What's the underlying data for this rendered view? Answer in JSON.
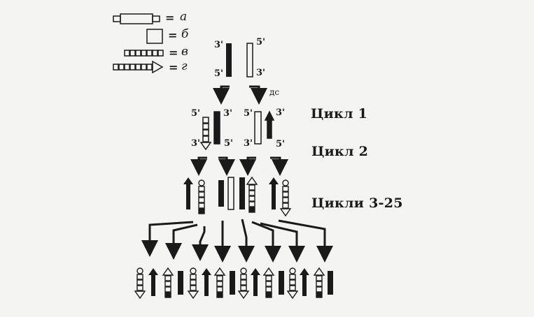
{
  "legend": {
    "items": [
      {
        "letter": "а",
        "icon": "primer-strand-icon"
      },
      {
        "letter": "б",
        "icon": "template-box-icon"
      },
      {
        "letter": "в",
        "icon": "synthesized-strand-icon"
      },
      {
        "letter": "г",
        "icon": "arrow-strand-icon"
      }
    ],
    "equals": "="
  },
  "ends": {
    "five": "5'",
    "three": "3'"
  },
  "ds_label": "дс",
  "cycles": {
    "c1": "Цикл 1",
    "c2": "Цикл 2",
    "c3": "Цикли 3-25"
  },
  "colors": {
    "ink": "#1a1a1a",
    "paper": "#f4f4f2"
  }
}
